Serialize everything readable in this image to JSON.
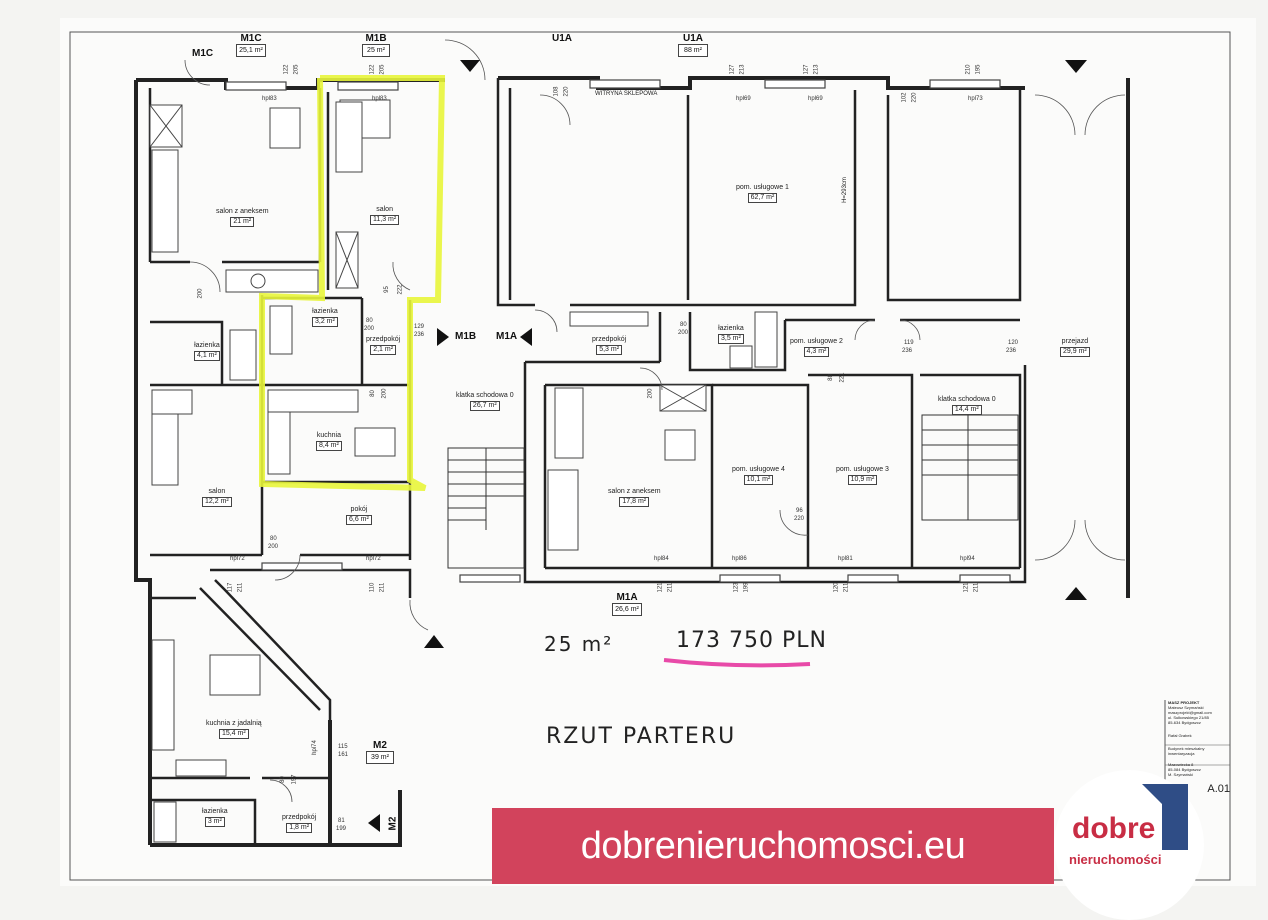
{
  "units": {
    "m1c": {
      "code": "M1C",
      "area": "25,1 m²"
    },
    "m1b": {
      "code": "M1B",
      "area": "25 m²"
    },
    "u1a_left": {
      "code": "U1A"
    },
    "u1a_right": {
      "code": "U1A",
      "area": "88 m²"
    },
    "m1a": {
      "code": "M1A",
      "area": "26,6 m²"
    },
    "m2": {
      "code": "M2",
      "area": "39 m²"
    }
  },
  "rooms": [
    {
      "key": "salon_aneks_m1c",
      "name": "salon z aneksem",
      "area": "21 m²"
    },
    {
      "key": "salon_m1b",
      "name": "salon",
      "area": "11,3 m²"
    },
    {
      "key": "pom_usl_1",
      "name": "pom. usługowe 1",
      "area": "62,7 m²"
    },
    {
      "key": "lazienka_m1b",
      "name": "łazienka",
      "area": "3,2 m²"
    },
    {
      "key": "lazienka_m1c",
      "name": "łazienka",
      "area": "4,1 m²"
    },
    {
      "key": "przedpokoj_m1b",
      "name": "przedpokój",
      "area": "2,1 m²"
    },
    {
      "key": "przedpokoj_m1a",
      "name": "przedpokój",
      "area": "5,3 m²"
    },
    {
      "key": "lazienka_m1a",
      "name": "łazienka",
      "area": "3,5 m²"
    },
    {
      "key": "pom_usl_2",
      "name": "pom. usługowe 2",
      "area": "4,3 m²"
    },
    {
      "key": "przejazd",
      "name": "przejazd",
      "area": "29,9 m²"
    },
    {
      "key": "klatka_0_left",
      "name": "klatka schodowa 0",
      "area": "26,7 m²"
    },
    {
      "key": "kuchnia_m1b",
      "name": "kuchnia",
      "area": "8,4 m²"
    },
    {
      "key": "salon_m1c_low",
      "name": "salon",
      "area": "12,2 m²"
    },
    {
      "key": "salon_aneks_m1a",
      "name": "salon z aneksem",
      "area": "17,8 m²"
    },
    {
      "key": "pom_usl_4",
      "name": "pom. usługowe 4",
      "area": "10,1 m²"
    },
    {
      "key": "pom_usl_3",
      "name": "pom. usługowe 3",
      "area": "10,9 m²"
    },
    {
      "key": "klatka_0_right",
      "name": "klatka schodowa 0",
      "area": "14,4 m²"
    },
    {
      "key": "pokoj_m1b",
      "name": "pokój",
      "area": "6,6 m²"
    },
    {
      "key": "kuchnia_jadalnia",
      "name": "kuchnia z jadalnią",
      "area": "15,4 m²"
    },
    {
      "key": "lazienka_m2",
      "name": "łazienka",
      "area": "3 m²"
    },
    {
      "key": "przedpokoj_m2",
      "name": "przedpokój",
      "area": "1,8 m²"
    }
  ],
  "entrances": {
    "m1c": "M1C",
    "m1b": "M1B",
    "m1a": "M1A",
    "m2": "M2"
  },
  "shop_window": "WITRYNA SKLEPOWA",
  "ceiling_height": "H=293cm",
  "dimensions": [
    "122",
    "205",
    "122",
    "205",
    "108",
    "220",
    "127",
    "213",
    "127",
    "213",
    "102",
    "220",
    "210",
    "195",
    "200",
    "80",
    "200",
    "95",
    "222",
    "129",
    "236",
    "80",
    "200",
    "119",
    "236",
    "120",
    "236",
    "96",
    "220",
    "80",
    "200",
    "80",
    "200",
    "200",
    "96",
    "220",
    "117",
    "211",
    "110",
    "211",
    "121",
    "211",
    "123",
    "199",
    "120",
    "211",
    "121",
    "211",
    "115",
    "161",
    "81",
    "199",
    "80",
    "197",
    "80",
    "200",
    "88",
    "221"
  ],
  "levels": [
    "hpl83",
    "hpl83",
    "hpl69",
    "hpl69",
    "hpl73",
    "hpl72",
    "hpl72",
    "hpl84",
    "hpl86",
    "hpl81",
    "hpl94",
    "hpl74"
  ],
  "annotation": {
    "area": "25 m²",
    "price": "173 750 PLN",
    "title": "RZUT PARTERU"
  },
  "title_block": {
    "firm": "MASZ PROJEKT",
    "lines": [
      "Mateusz Szymański",
      "maszprojekt@gmail.com",
      "ul. Sułkowskiego 21/85",
      "85-634 Bydgoszcz",
      "Rafał Grabek",
      "Budynek mieszkalny",
      "inwentaryzacja",
      "Mazowiecka 8",
      "85-084 Bydgoszcz",
      "M. Szymański"
    ],
    "sheet": "A.01"
  },
  "watermark": "dobrenieruchomosci.eu",
  "logo": {
    "top": "dobre",
    "bottom": "nieruchomości"
  },
  "colors": {
    "highlight": "#e8f53a",
    "price_underline": "#e84aa8",
    "banner": "#d2435c",
    "logo_red": "#c82d44",
    "logo_blue": "#2f4d86"
  }
}
